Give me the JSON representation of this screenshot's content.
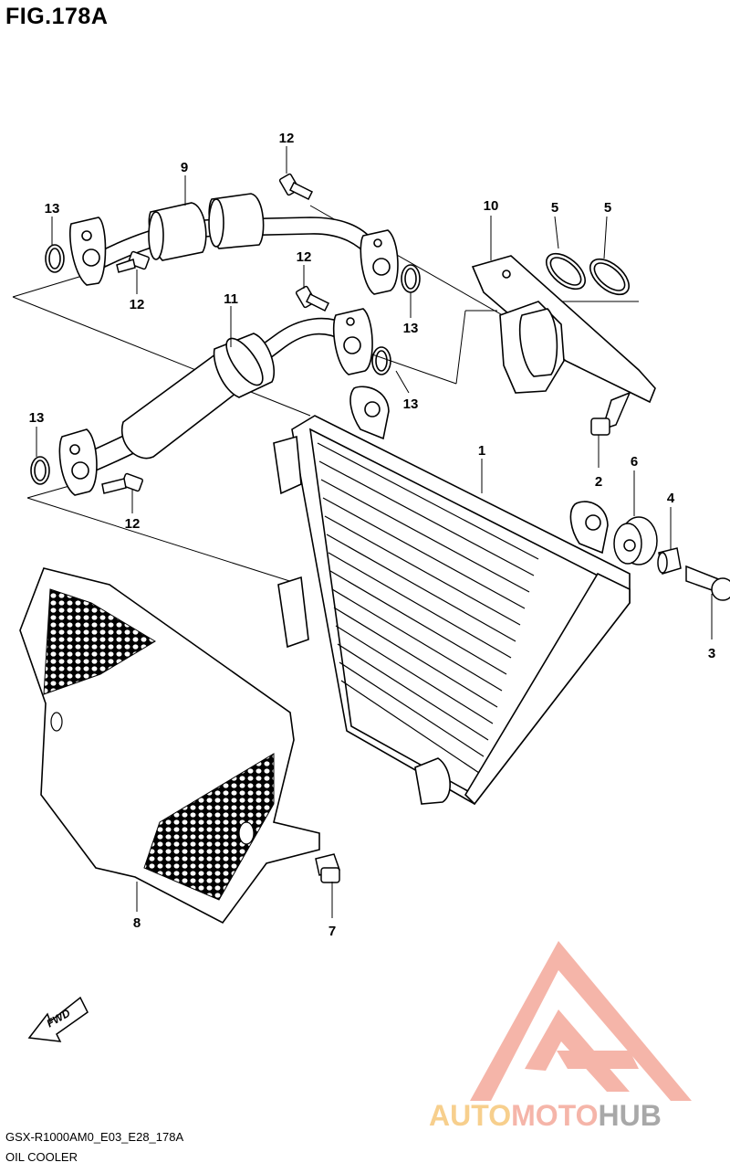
{
  "figure": {
    "title": "FIG.178A",
    "code": "GSX-R1000AM0_E03_E28_178A",
    "name": "OIL COOLER"
  },
  "fwd_label": "FWD",
  "watermark": {
    "part1": "AUTO",
    "part2": "MOTO",
    "part3": "HUB",
    "color_primary": "#f4a99b",
    "color_secondary": "#f6c77a",
    "color_tertiary": "#9a9a9a"
  },
  "callouts": [
    {
      "id": "c1",
      "label": "1"
    },
    {
      "id": "c2",
      "label": "2"
    },
    {
      "id": "c3",
      "label": "3"
    },
    {
      "id": "c4",
      "label": "4"
    },
    {
      "id": "c5a",
      "label": "5"
    },
    {
      "id": "c5b",
      "label": "5"
    },
    {
      "id": "c6",
      "label": "6"
    },
    {
      "id": "c7",
      "label": "7"
    },
    {
      "id": "c8",
      "label": "8"
    },
    {
      "id": "c9",
      "label": "9"
    },
    {
      "id": "c10",
      "label": "10"
    },
    {
      "id": "c11",
      "label": "11"
    },
    {
      "id": "c12a",
      "label": "12"
    },
    {
      "id": "c12b",
      "label": "12"
    },
    {
      "id": "c12c",
      "label": "12"
    },
    {
      "id": "c12d",
      "label": "12"
    },
    {
      "id": "c13a",
      "label": "13"
    },
    {
      "id": "c13b",
      "label": "13"
    },
    {
      "id": "c13c",
      "label": "13"
    },
    {
      "id": "c13d",
      "label": "13"
    }
  ]
}
